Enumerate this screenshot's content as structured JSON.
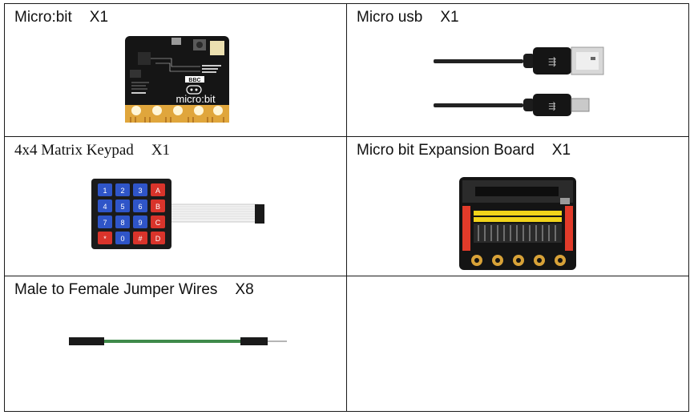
{
  "items": [
    {
      "name": "Micro:bit",
      "qty": "X1",
      "board_label_brand": "BBC",
      "board_label_logo": "micro:bit"
    },
    {
      "name": "Micro usb",
      "qty": "X1"
    },
    {
      "name": "4x4 Matrix Keypad",
      "qty": "X1",
      "keys": [
        "1",
        "2",
        "3",
        "A",
        "4",
        "5",
        "6",
        "B",
        "7",
        "8",
        "9",
        "C",
        "*",
        "0",
        "#",
        "D"
      ]
    },
    {
      "name": "Micro bit Expansion Board",
      "qty": "X1"
    },
    {
      "name": "Male to Female Jumper Wires",
      "qty": "X8"
    },
    {
      "name": "",
      "qty": ""
    }
  ]
}
